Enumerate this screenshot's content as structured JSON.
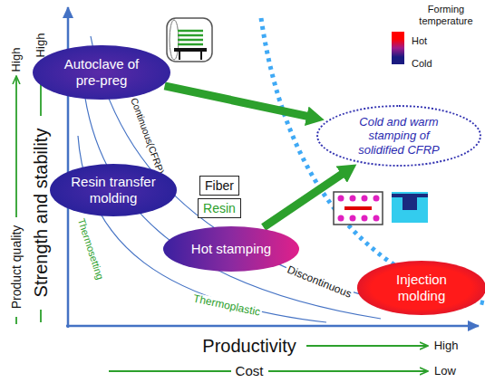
{
  "diagram": {
    "nodes": [
      {
        "text": [
          "Autoclave of pre-preg"
        ]
      },
      {
        "text": [
          "Cold and warm stamping of solidified CFRP"
        ]
      },
      {
        "text": [
          "Resin transfer molding"
        ]
      },
      {
        "text": [
          "Fiber"
        ]
      },
      {
        "text": [
          "Resin"
        ]
      },
      {
        "text": [
          "Hot stamping"
        ]
      },
      {
        "text": [
          "Injection molding"
        ]
      }
    ],
    "edges": [
      {
        "from": 0,
        "to": 1,
        "arrow": "to"
      },
      {
        "from": 5,
        "to": 1,
        "arrow": "to"
      }
    ],
    "labels": [
      "Product quality",
      "High",
      "Strength and stability",
      "High",
      "Continuous(CFRP)",
      "Discontinuous",
      "Thermosetting",
      "Thermoplastic",
      "Productivity",
      "High",
      "Cost",
      "Low",
      "Forming temperature"
    ],
    "legend": [
      {
        "text": "Hot",
        "color": "#ff0000"
      },
      {
        "text": "Cold",
        "color": "#1a1a80"
      }
    ]
  }
}
